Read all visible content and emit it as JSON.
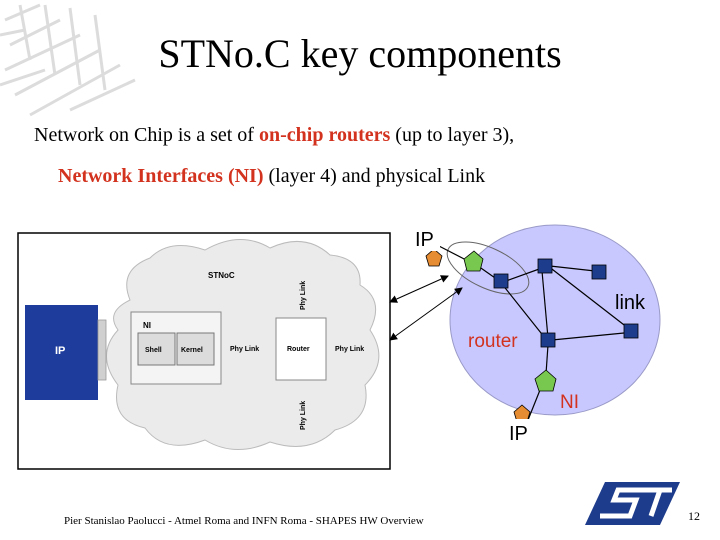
{
  "slide": {
    "title": "STNo.C key components",
    "line1": {
      "part1": "Network on Chip is a set of ",
      "highlight": "on-chip routers",
      "part2": " (up to layer 3),"
    },
    "line2": {
      "highlight": "Network Interfaces (NI)",
      "part2": " (layer 4) and physical Link"
    },
    "footer": "Pier Stanislao Paolucci - Atmel Roma and INFN Roma -  SHAPES HW Overview",
    "page_number": "12"
  },
  "left_diagram": {
    "ip_label": "IP",
    "stnoc_label": "STNoC",
    "ni_label": "NI",
    "shell_label": "Shell",
    "kernel_label": "Kernel",
    "phy_link_h1": "Phy Link",
    "router_label": "Router",
    "phy_link_h2": "Phy Link",
    "phy_link_v_top": "Phy Link",
    "phy_link_v_bottom": "Phy Link"
  },
  "right_diagram": {
    "ip_top": "IP",
    "link_label": "link",
    "router_label": "router",
    "ni_label": "NI",
    "ip_bottom": "IP"
  },
  "colors": {
    "accent_red": "#d2321e",
    "network_fill": "#c8c8ff",
    "router_blue": "#1e3c8c",
    "ni_green": "#78c850",
    "ip_orange": "#e68c32",
    "ip_block": "#1e3c9c"
  },
  "icons": {
    "logo": "st-logo",
    "arrows": "double-headed-arrow"
  }
}
